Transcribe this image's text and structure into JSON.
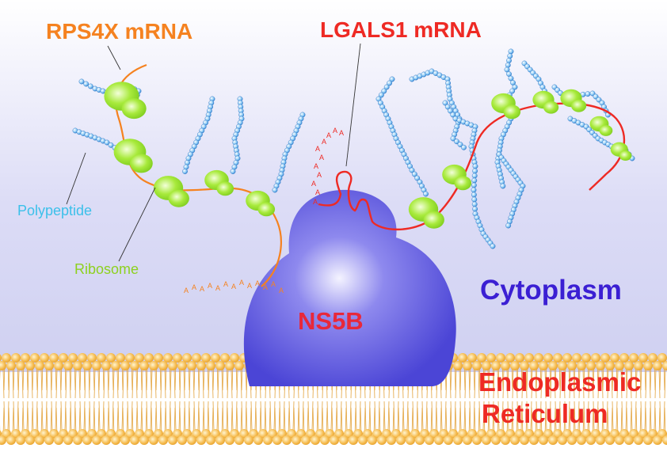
{
  "labels": {
    "rps4x_mrna": "RPS4X mRNA",
    "lgals1_mrna": "LGALS1 mRNA",
    "polypeptide": "Polypeptide",
    "ribosome": "Ribosome",
    "ns5b": "NS5B",
    "cytoplasm": "Cytoplasm",
    "er_line1": "Endoplasmic",
    "er_line2": "Reticulum"
  },
  "poly_a_letter": "A",
  "colors": {
    "rps4x": "#f58220",
    "lgals1": "#ee2a24",
    "polypeptide": "#3cc0ea",
    "ribosome": "#8dd11f",
    "ns5b_label": "#e8283a",
    "ns5b_protein": "#5a54de",
    "cytoplasm": "#3b1fd3",
    "membrane": "#f4b443"
  }
}
